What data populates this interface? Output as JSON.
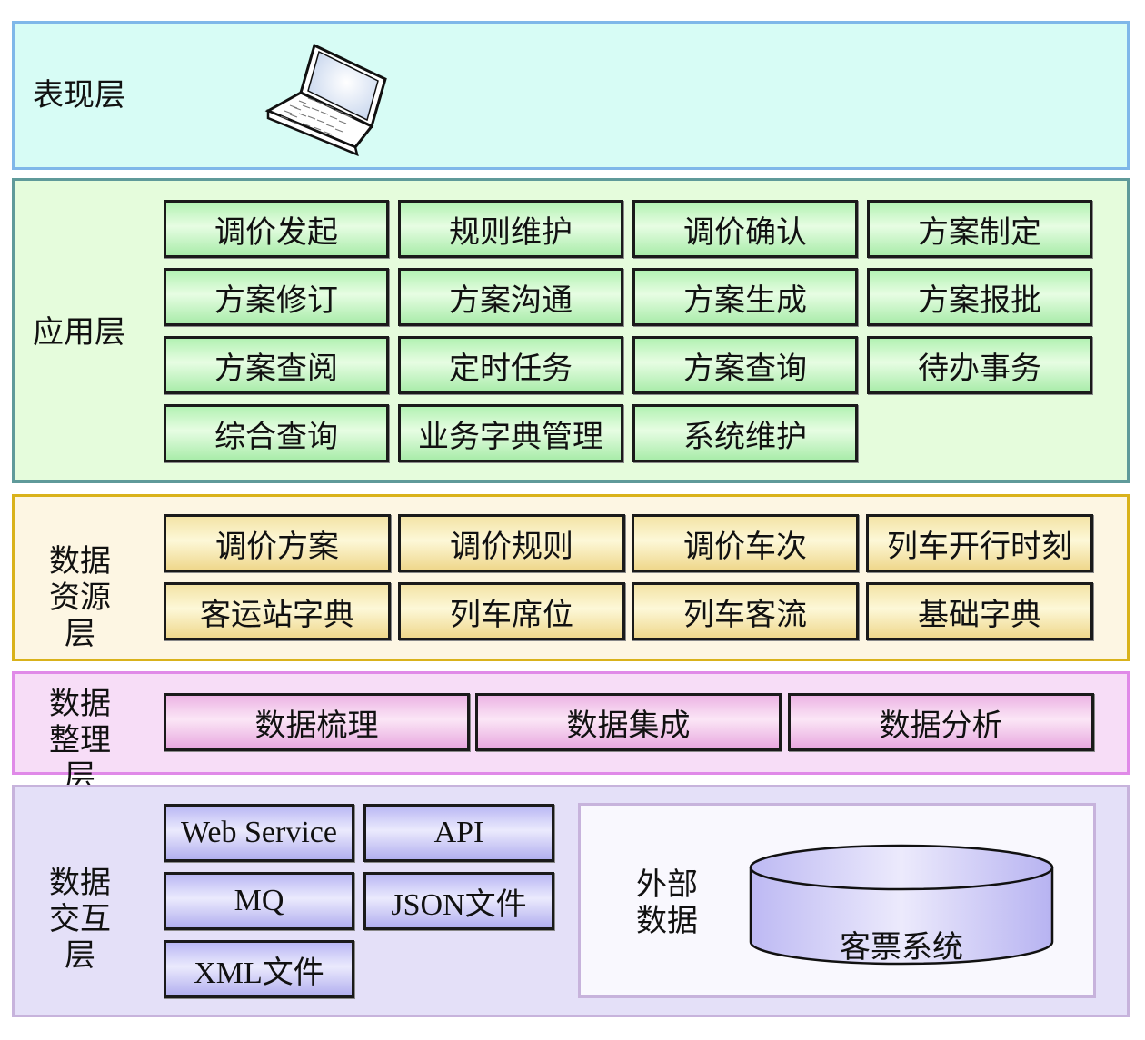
{
  "diagram": {
    "layers": {
      "presentation": {
        "label": "表现层",
        "icon": "laptop-icon"
      },
      "application": {
        "label": "应用层",
        "modules": [
          "调价发起",
          "规则维护",
          "调价确认",
          "方案制定",
          "方案修订",
          "方案沟通",
          "方案生成",
          "方案报批",
          "方案查阅",
          "定时任务",
          "方案查询",
          "待办事务",
          "综合查询",
          "业务字典管理",
          "系统维护"
        ]
      },
      "resource": {
        "label_line1": "数据",
        "label_line2": "资源层",
        "items": [
          "调价方案",
          "调价规则",
          "调价车次",
          "列车开行时刻",
          "客运站字典",
          "列车席位",
          "列车客流",
          "基础字典"
        ]
      },
      "processing": {
        "label_line1": "数据",
        "label_line2": "整理层",
        "items": [
          "数据梳理",
          "数据集成",
          "数据分析"
        ]
      },
      "interaction": {
        "label_line1": "数据",
        "label_line2": "交互层",
        "items": [
          "Web Service",
          "API",
          "MQ",
          "JSON文件",
          "XML文件"
        ],
        "external": {
          "label_line1": "外部",
          "label_line2": "数据",
          "database": "客票系统"
        }
      }
    },
    "colors": {
      "presentation_bg": "#d7fcf5",
      "presentation_border": "#7fb7e9",
      "application_bg": "#e5fcdc",
      "application_border": "#5f9a9a",
      "resource_bg": "#fdf6e3",
      "resource_border": "#d9b21b",
      "processing_bg": "#f7ddf7",
      "processing_border": "#e08ae8",
      "interaction_bg": "#e4e0f8",
      "interaction_border": "#c7b3dc"
    }
  }
}
